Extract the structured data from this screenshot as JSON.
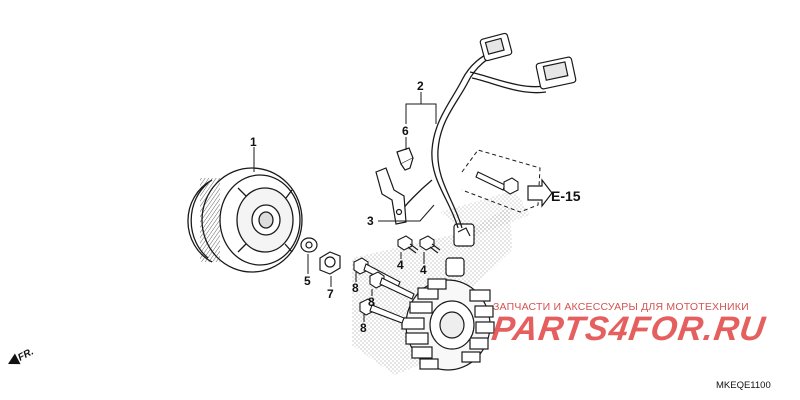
{
  "diagram_code": "MKEQE1100",
  "reference": "E-15",
  "direction_label": "FR.",
  "watermark": {
    "caption": "ЗАПЧАСТИ И АКСЕССУАРЫ ДЛЯ МОТОТЕХНИКИ",
    "logo": "PARTS4FOR.RU"
  },
  "callouts": [
    {
      "id": "c1",
      "label": "1",
      "part": "flywheel"
    },
    {
      "id": "c2",
      "label": "2",
      "part": "stator-harness"
    },
    {
      "id": "c3",
      "label": "3",
      "part": "wire-clamp"
    },
    {
      "id": "c4a",
      "label": "4",
      "part": "bolt"
    },
    {
      "id": "c4b",
      "label": "4",
      "part": "bolt"
    },
    {
      "id": "c5",
      "label": "5",
      "part": "washer"
    },
    {
      "id": "c6",
      "label": "6",
      "part": "grommet-clip"
    },
    {
      "id": "c7",
      "label": "7",
      "part": "nut"
    },
    {
      "id": "c8a",
      "label": "8",
      "part": "bolt"
    },
    {
      "id": "c8b",
      "label": "8",
      "part": "bolt"
    },
    {
      "id": "c8c",
      "label": "8",
      "part": "bolt"
    }
  ],
  "colors": {
    "line": "#1a1a1a",
    "shade": "#bdbdbd",
    "watermark": "#e14444"
  }
}
